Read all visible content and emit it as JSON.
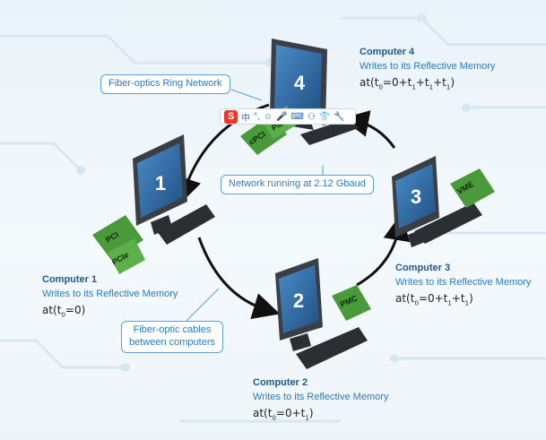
{
  "computers": [
    {
      "number": "1",
      "name": "Computer 1",
      "desc": "Writes to its Reflective Memory",
      "formula_main": "at(t",
      "formula_sub": "0",
      "formula_rest": "=0)",
      "cards": [
        "PCI",
        "PCIe"
      ]
    },
    {
      "number": "2",
      "name": "Computer  2",
      "desc": "Writes to its Reflective Memory",
      "formula_main": "at(t",
      "formula_sub": "0",
      "formula_rest": "=0+t",
      "formula_sub2": "1",
      "formula_end": ")",
      "cards": [
        "PMC"
      ]
    },
    {
      "number": "3",
      "name": "Computer 3",
      "desc": "Writes to its Reflective Memory",
      "formula_main": "at(t",
      "formula_sub": "0",
      "formula_rest": "=0+t",
      "formula_sub2": "1",
      "formula_mid": "+t",
      "formula_sub3": "1",
      "formula_end": ")",
      "cards": [
        "VME"
      ]
    },
    {
      "number": "4",
      "name": "Computer 4",
      "desc": "Writes to its Reflective Memory",
      "formula_main": "at(t",
      "formula_sub": "0",
      "formula_rest": "=0+t",
      "formula_sub2": "1",
      "formula_mid": "+t",
      "formula_sub3": "1",
      "formula_mid2": "+t",
      "formula_sub4": "1",
      "formula_end": ")",
      "cards": [
        "PMC",
        "cPCI"
      ]
    }
  ],
  "callouts": {
    "ring": "Fiber-optics Ring Network",
    "speed": "Network running at 2.12 Gbaud",
    "cables_line1": "Fiber-optic cables",
    "cables_line2": "between computers"
  },
  "ime_toolbar": {
    "logo": "S",
    "items": [
      "中",
      "°,",
      "☺",
      "🎤",
      "⌨",
      "⚇",
      "👕",
      "🔧"
    ]
  },
  "colors": {
    "accent": "#2a7bbf",
    "card_green": "#4a9a3c",
    "monitor_dark": "#3a3f45",
    "screen_blue": "#2f6aa6"
  }
}
